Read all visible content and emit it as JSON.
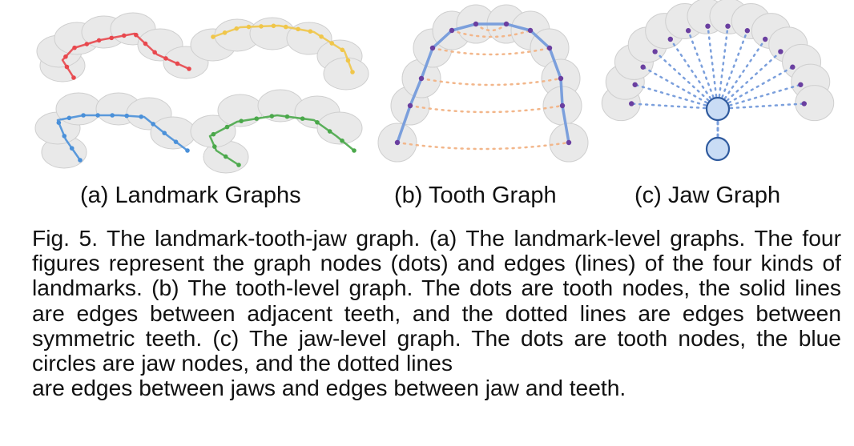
{
  "subcaptions": {
    "a": "(a) Landmark Graphs",
    "b": "(b) Tooth Graph",
    "c": "(c) Jaw Graph"
  },
  "caption": {
    "body": "Fig. 5. The landmark-tooth-jaw graph. (a) The landmark-level graphs. The four figures represent the graph nodes (dots) and edges (lines) of the four kinds of landmarks. (b) The tooth-level graph. The dots are tooth nodes, the solid lines are edges between adjacent teeth, and the dotted lines are edges between symmetric teeth. (c) The jaw-level graph. The dots are tooth nodes, the blue circles are jaw nodes, and the dotted lines",
    "last_line": "are edges between jaws and edges between jaw and teeth."
  },
  "colors": {
    "landmark_1": "#e8474d",
    "landmark_2": "#f0c64a",
    "landmark_3": "#4a90d9",
    "landmark_4": "#4aa84a",
    "tooth_node": "#6a3fa0",
    "adjacent_edge": "#7b9fdc",
    "symmetric_edge": "#f2b68a",
    "jaw_node_fill": "#c9dcf5",
    "jaw_node_stroke": "#2f5a9e",
    "jaw_edge": "#7b9fdc",
    "tooth_fill": "#e9e9e9",
    "tooth_stroke": "#cfcfcf"
  }
}
